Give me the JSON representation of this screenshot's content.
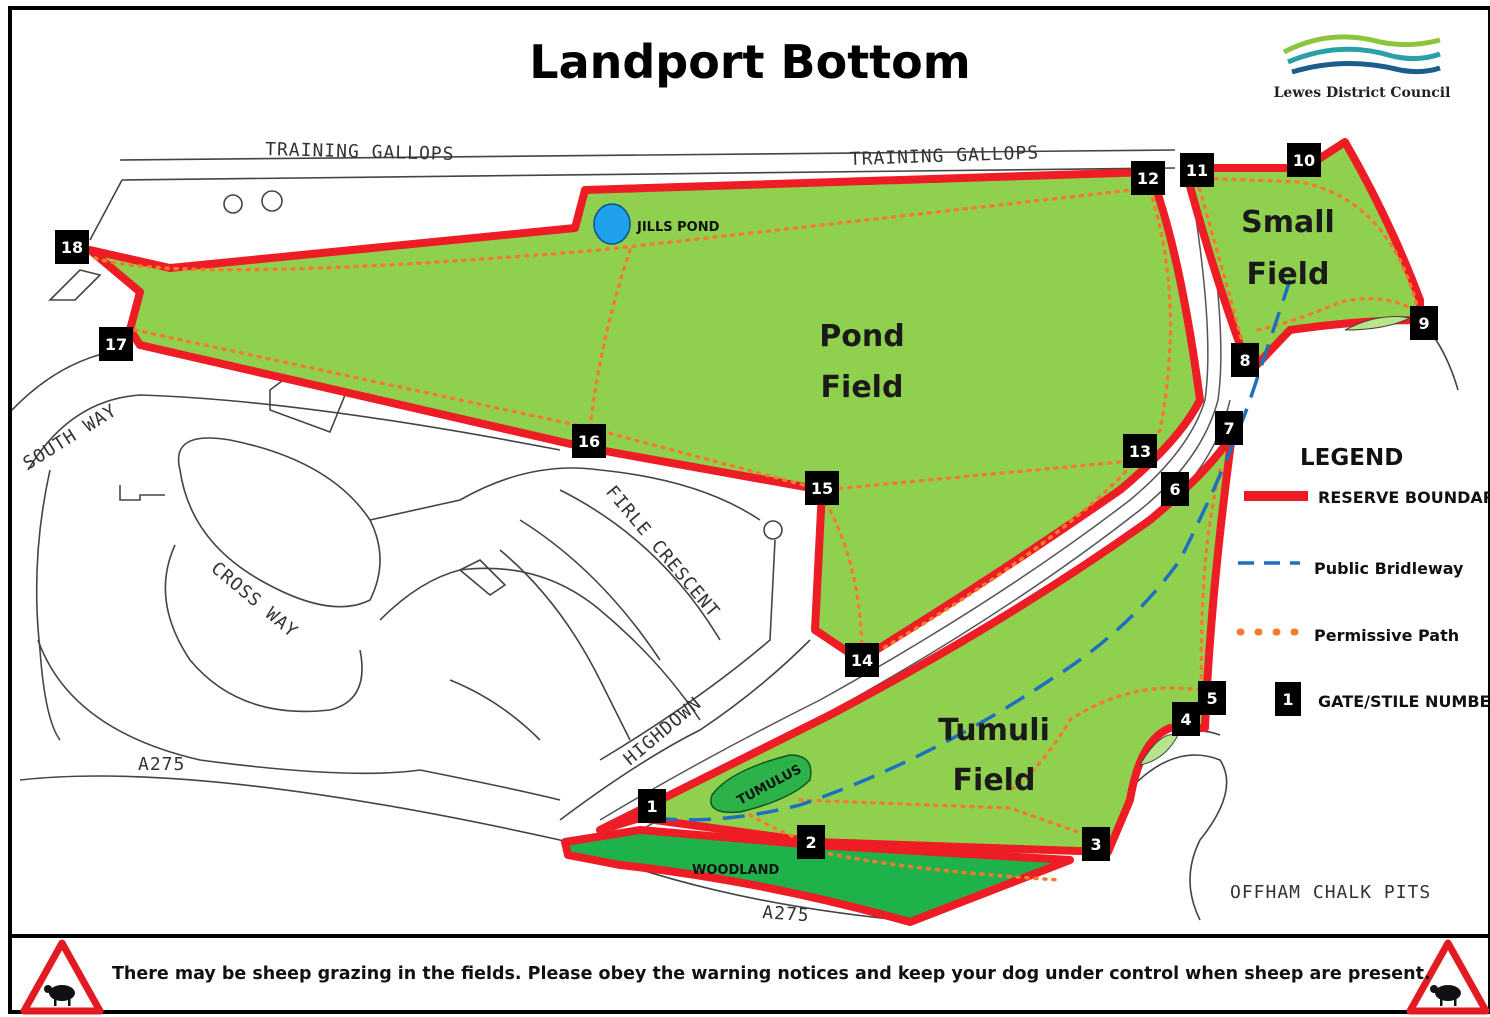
{
  "title": "Landport Bottom",
  "council": {
    "name": "Lewes District Council",
    "logo": "rolling-hills-logo"
  },
  "colors": {
    "field": "#8fd14f",
    "woodland": "#1fb24a",
    "boundary": "#ee1c24",
    "path": "#f47c30",
    "bridleway": "#1f6fbf",
    "pond": "#1fa0ea"
  },
  "fields": [
    {
      "id": "pond",
      "line1": "Pond",
      "line2": "Field"
    },
    {
      "id": "small",
      "line1": "Small",
      "line2": "Field"
    },
    {
      "id": "tumuli",
      "line1": "Tumuli",
      "line2": "Field"
    }
  ],
  "labels": {
    "training_gallops_1": "TRAINING GALLOPS",
    "training_gallops_2": "TRAINING GALLOPS",
    "jills_pond": "JILLS POND",
    "south_way": "SOUTH WAY",
    "cross_way": "CROSS WAY",
    "firle_crescent": "FIRLE CRESCENT",
    "highdown": "HIGHDOWN",
    "a275_1": "A275",
    "a275_2": "A275",
    "tumulus": "TUMULUS",
    "woodland": "WOODLAND",
    "offham_chalk_pits": "OFFHAM CHALK PITS"
  },
  "gates": [
    "1",
    "2",
    "3",
    "4",
    "5",
    "6",
    "7",
    "8",
    "9",
    "10",
    "11",
    "12",
    "13",
    "14",
    "15",
    "16",
    "17",
    "18"
  ],
  "legend": {
    "title": "LEGEND",
    "items": [
      {
        "key": "boundary",
        "label": "RESERVE BOUNDARY"
      },
      {
        "key": "bridleway",
        "label": "Public Bridleway"
      },
      {
        "key": "path",
        "label": "Permissive Path"
      },
      {
        "key": "gate",
        "symbol": "1",
        "label": "GATE/STILE NUMBER"
      }
    ]
  },
  "footer": {
    "notice": "There may be sheep grazing in the fields. Please obey the warning notices and keep your dog under control when sheep are present.",
    "icon": "sheep-warning-icon"
  }
}
